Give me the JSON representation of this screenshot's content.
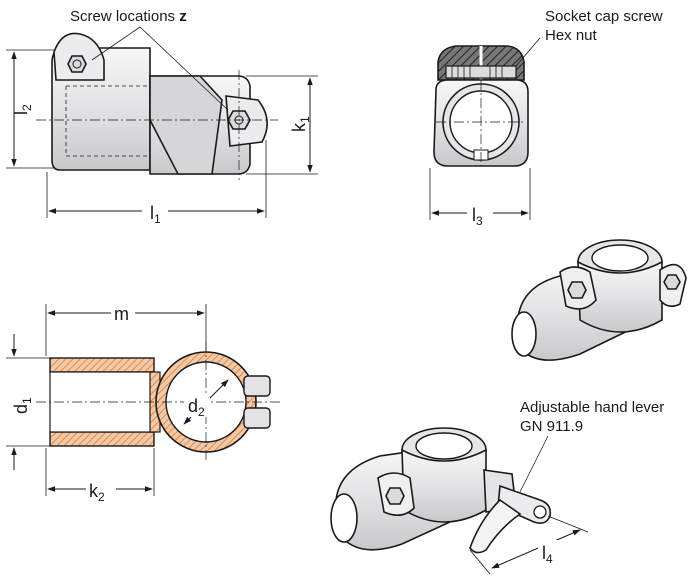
{
  "callouts": {
    "screw_locations": "Screw locations",
    "screw_locations_symbol": "z",
    "socket_cap_screw": "Socket cap screw",
    "hex_nut": "Hex nut",
    "adjustable_hand_lever": "Adjustable hand lever",
    "hand_lever_code": "GN 911.9"
  },
  "dimensions": {
    "l1": {
      "letter": "l",
      "sub": "1"
    },
    "l2": {
      "letter": "l",
      "sub": "2"
    },
    "l3": {
      "letter": "l",
      "sub": "3"
    },
    "l4": {
      "letter": "l",
      "sub": "4"
    },
    "k1": {
      "letter": "k",
      "sub": "1"
    },
    "k2": {
      "letter": "k",
      "sub": "2"
    },
    "d1": {
      "letter": "d",
      "sub": "1"
    },
    "d2": {
      "letter": "d",
      "sub": "2"
    },
    "m": {
      "letter": "m",
      "sub": ""
    }
  },
  "colors": {
    "line": "#1a1a1a",
    "body": "#e9e9ea",
    "body_shade": "#cfcfd1",
    "section_hatch": "#d97a3a",
    "knurl": "#555555"
  }
}
